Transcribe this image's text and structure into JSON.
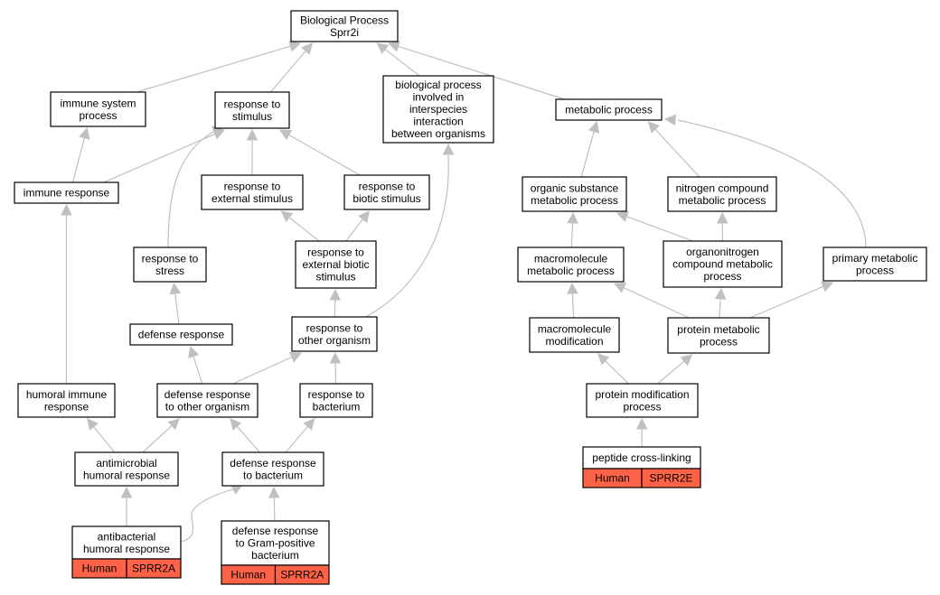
{
  "colors": {
    "edge": "#c0c0c0",
    "node_border": "#000000",
    "node_fill": "#ffffff",
    "tag_fill": "#ff6347"
  },
  "nodes": [
    {
      "id": "bp",
      "lines": [
        "Biological Process",
        "Sprr2i"
      ]
    },
    {
      "id": "immune_system_process",
      "lines": [
        "immune system",
        "process"
      ]
    },
    {
      "id": "response_to_stimulus",
      "lines": [
        "response to",
        "stimulus"
      ]
    },
    {
      "id": "bp_interspecies",
      "lines": [
        "biological process",
        "involved in",
        "interspecies",
        "interaction",
        "between organisms"
      ]
    },
    {
      "id": "metabolic_process",
      "lines": [
        "metabolic process"
      ]
    },
    {
      "id": "immune_response",
      "lines": [
        "immune response"
      ]
    },
    {
      "id": "response_external_stimulus",
      "lines": [
        "response to",
        "external stimulus"
      ]
    },
    {
      "id": "response_biotic_stimulus",
      "lines": [
        "response to",
        "biotic stimulus"
      ]
    },
    {
      "id": "organic_substance_metabolic",
      "lines": [
        "organic substance",
        "metabolic process"
      ]
    },
    {
      "id": "nitrogen_compound_metabolic",
      "lines": [
        "nitrogen compound",
        "metabolic process"
      ]
    },
    {
      "id": "response_to_stress",
      "lines": [
        "response to",
        "stress"
      ]
    },
    {
      "id": "response_external_biotic",
      "lines": [
        "response to",
        "external biotic",
        "stimulus"
      ]
    },
    {
      "id": "macromolecule_metabolic",
      "lines": [
        "macromolecule",
        "metabolic process"
      ]
    },
    {
      "id": "organonitrogen_compound_metabolic",
      "lines": [
        "organonitrogen",
        "compound metabolic",
        "process"
      ]
    },
    {
      "id": "primary_metabolic",
      "lines": [
        "primary metabolic",
        "process"
      ]
    },
    {
      "id": "defense_response",
      "lines": [
        "defense response"
      ]
    },
    {
      "id": "response_other_organism",
      "lines": [
        "response to",
        "other organism"
      ]
    },
    {
      "id": "macromolecule_modification",
      "lines": [
        "macromolecule",
        "modification"
      ]
    },
    {
      "id": "protein_metabolic",
      "lines": [
        "protein metabolic",
        "process"
      ]
    },
    {
      "id": "humoral_immune_response",
      "lines": [
        "humoral immune",
        "response"
      ]
    },
    {
      "id": "defense_response_other_organism",
      "lines": [
        "defense response",
        "to other organism"
      ]
    },
    {
      "id": "response_to_bacterium",
      "lines": [
        "response to",
        "bacterium"
      ]
    },
    {
      "id": "protein_modification",
      "lines": [
        "protein modification",
        "process"
      ]
    },
    {
      "id": "antimicrobial_humoral",
      "lines": [
        "antimicrobial",
        "humoral response"
      ]
    },
    {
      "id": "defense_response_bacterium",
      "lines": [
        "defense response",
        "to bacterium"
      ]
    },
    {
      "id": "peptide_cross_linking",
      "lines": [
        "peptide cross-linking"
      ],
      "tags": [
        "Human",
        "SPRR2E"
      ]
    },
    {
      "id": "antibacterial_humoral",
      "lines": [
        "antibacterial",
        "humoral response"
      ],
      "tags": [
        "Human",
        "SPRR2A"
      ]
    },
    {
      "id": "defense_gram_positive",
      "lines": [
        "defense response",
        "to Gram-positive",
        "bacterium"
      ],
      "tags": [
        "Human",
        "SPRR2A"
      ]
    }
  ],
  "edges": [
    [
      "immune_system_process",
      "bp"
    ],
    [
      "response_to_stimulus",
      "bp"
    ],
    [
      "bp_interspecies",
      "bp"
    ],
    [
      "metabolic_process",
      "bp"
    ],
    [
      "immune_response",
      "immune_system_process"
    ],
    [
      "immune_response",
      "response_to_stimulus"
    ],
    [
      "response_to_stress",
      "response_to_stimulus"
    ],
    [
      "response_external_stimulus",
      "response_to_stimulus"
    ],
    [
      "response_biotic_stimulus",
      "response_to_stimulus"
    ],
    [
      "response_external_biotic",
      "response_external_stimulus"
    ],
    [
      "response_external_biotic",
      "response_biotic_stimulus"
    ],
    [
      "response_other_organism",
      "response_external_biotic"
    ],
    [
      "response_other_organism",
      "bp_interspecies"
    ],
    [
      "defense_response",
      "response_to_stress"
    ],
    [
      "defense_response_other_organism",
      "defense_response"
    ],
    [
      "defense_response_other_organism",
      "response_other_organism"
    ],
    [
      "response_to_bacterium",
      "response_other_organism"
    ],
    [
      "humoral_immune_response",
      "immune_response"
    ],
    [
      "antimicrobial_humoral",
      "humoral_immune_response"
    ],
    [
      "antimicrobial_humoral",
      "defense_response_other_organism"
    ],
    [
      "defense_response_bacterium",
      "defense_response_other_organism"
    ],
    [
      "defense_response_bacterium",
      "response_to_bacterium"
    ],
    [
      "antibacterial_humoral",
      "antimicrobial_humoral"
    ],
    [
      "antibacterial_humoral",
      "defense_response_bacterium"
    ],
    [
      "defense_gram_positive",
      "defense_response_bacterium"
    ],
    [
      "organic_substance_metabolic",
      "metabolic_process"
    ],
    [
      "nitrogen_compound_metabolic",
      "metabolic_process"
    ],
    [
      "primary_metabolic",
      "metabolic_process"
    ],
    [
      "macromolecule_metabolic",
      "organic_substance_metabolic"
    ],
    [
      "organonitrogen_compound_metabolic",
      "organic_substance_metabolic"
    ],
    [
      "organonitrogen_compound_metabolic",
      "nitrogen_compound_metabolic"
    ],
    [
      "macromolecule_modification",
      "macromolecule_metabolic"
    ],
    [
      "protein_metabolic",
      "macromolecule_metabolic"
    ],
    [
      "protein_metabolic",
      "organonitrogen_compound_metabolic"
    ],
    [
      "protein_metabolic",
      "primary_metabolic"
    ],
    [
      "protein_modification",
      "macromolecule_modification"
    ],
    [
      "protein_modification",
      "protein_metabolic"
    ],
    [
      "peptide_cross_linking",
      "protein_modification"
    ]
  ]
}
